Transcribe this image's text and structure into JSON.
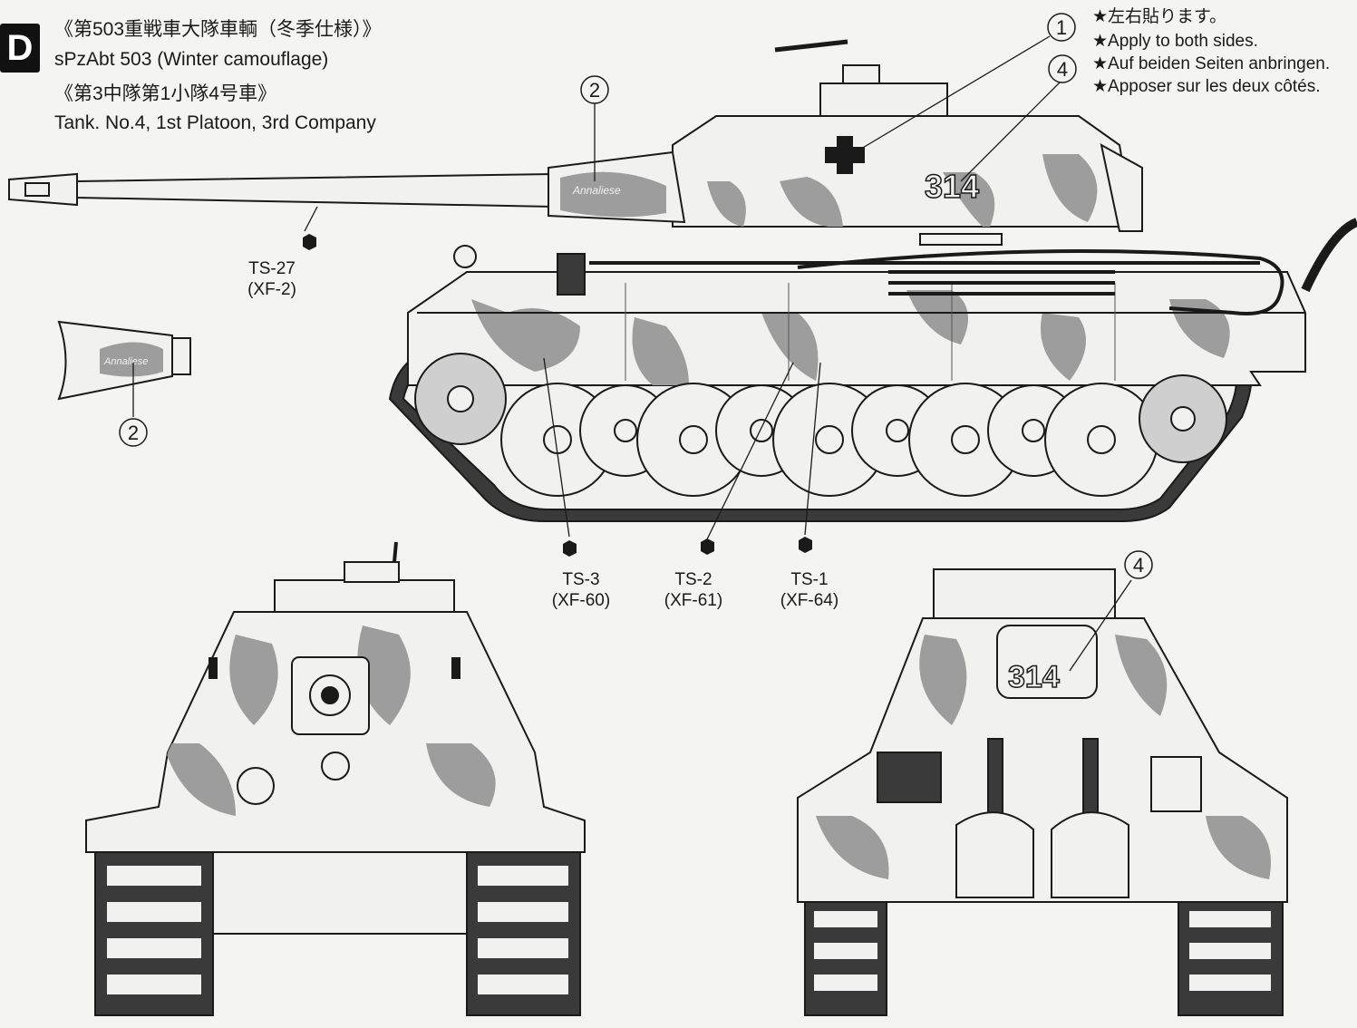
{
  "section": {
    "letter": "D"
  },
  "header": {
    "jp_title": "《第503重戦車大隊車輌（冬季仕様）》",
    "en_title": "sPzAbt 503 (Winter camouflage)",
    "jp_sub": "《第3中隊第1小隊4号車》",
    "en_sub": "Tank. No.4, 1st Platoon, 3rd Company"
  },
  "notes": [
    "★左右貼ります。",
    "★Apply to both sides.",
    "★Auf beiden Seiten anbringen.",
    "★Apposer sur les deux côtés."
  ],
  "callouts": {
    "c1": "1",
    "c2": "2",
    "c4": "4"
  },
  "paints": [
    {
      "code": "TS-27",
      "ref": "(XF-2)"
    },
    {
      "code": "TS-3",
      "ref": "(XF-60)"
    },
    {
      "code": "TS-2",
      "ref": "(XF-61)"
    },
    {
      "code": "TS-1",
      "ref": "(XF-64)"
    }
  ],
  "markings": {
    "tank_number": "314",
    "barrel_name": "Annaliese"
  },
  "colors": {
    "hull": "#f1f1ef",
    "camo": "#9d9d9d",
    "ink": "#1a1a1a",
    "paper": "#f4f4f2"
  }
}
